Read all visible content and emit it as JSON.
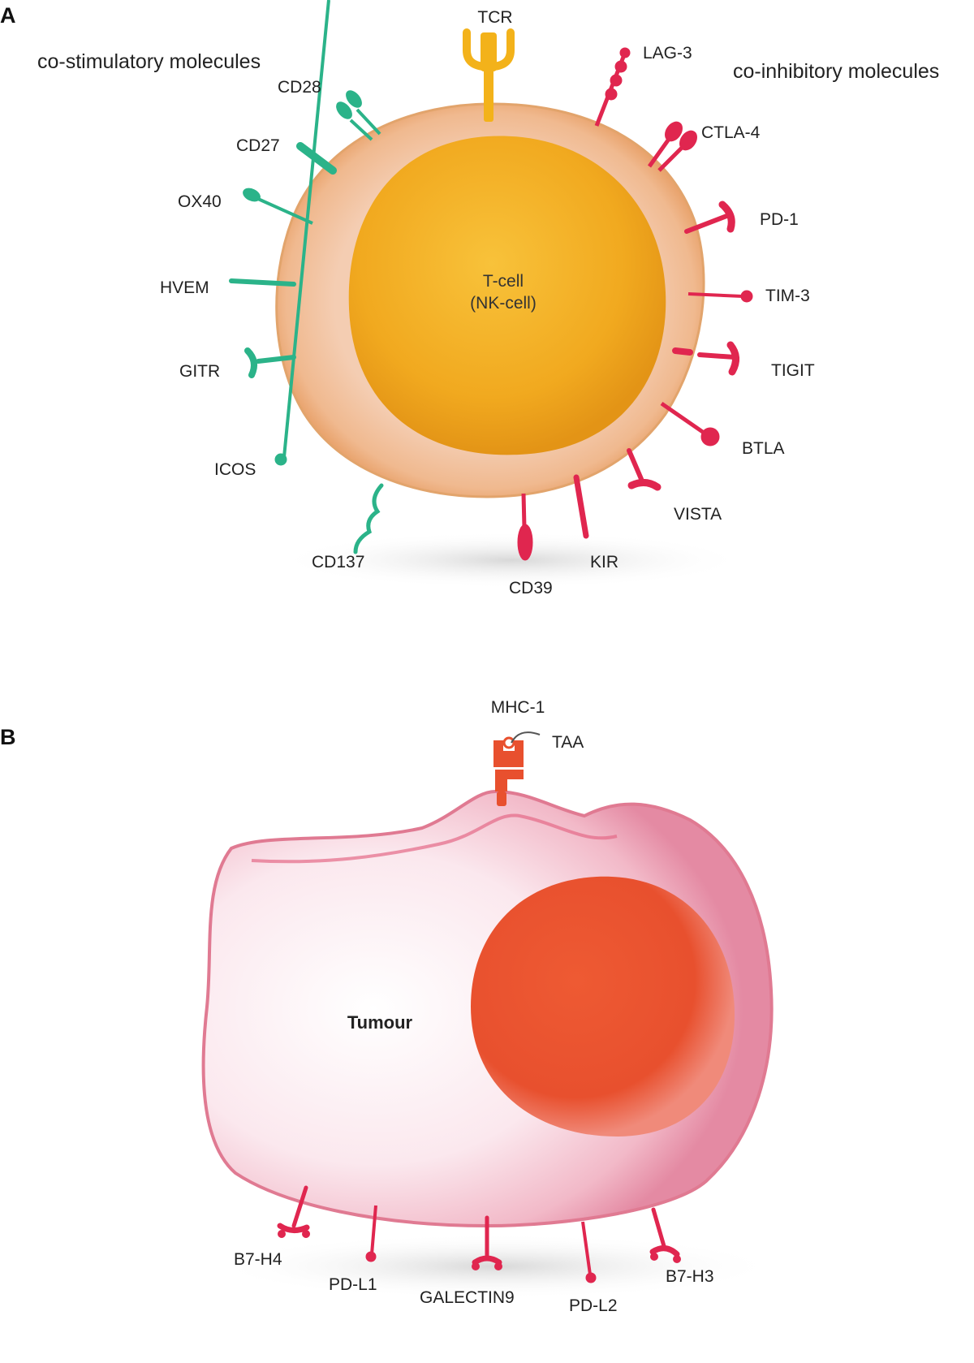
{
  "panels": {
    "a": "A",
    "b": "B"
  },
  "tcell": {
    "group_stim": "co-stimulatory molecules",
    "group_inhib": "co-inhibitory molecules",
    "center_line1": "T-cell",
    "center_line2": "(NK-cell)",
    "receptor": "TCR",
    "stimulatory": [
      "CD28",
      "CD27",
      "OX40",
      "HVEM",
      "GITR",
      "ICOS",
      "CD137"
    ],
    "inhibitory": [
      "LAG-3",
      "CTLA-4",
      "PD-1",
      "TIM-3",
      "TIGIT",
      "BTLA",
      "VISTA",
      "KIR",
      "CD39"
    ]
  },
  "tumour": {
    "label": "Tumour",
    "mhc": "MHC-1",
    "antigen": "TAA",
    "ligands": [
      "B7-H4",
      "PD-L1",
      "GALECTIN9",
      "PD-L2",
      "B7-H3"
    ]
  },
  "colors": {
    "stimulatory": "#2bb389",
    "inhibitory": "#e0264f",
    "tcr": "#f3b21a",
    "nucleus": "#f0ad1e",
    "tcell_cytoplasm": "#f1c29c",
    "tumour_nucleus": "#e8502e",
    "tumour_membrane": "#e07a92",
    "mhc": "#e8502e"
  }
}
